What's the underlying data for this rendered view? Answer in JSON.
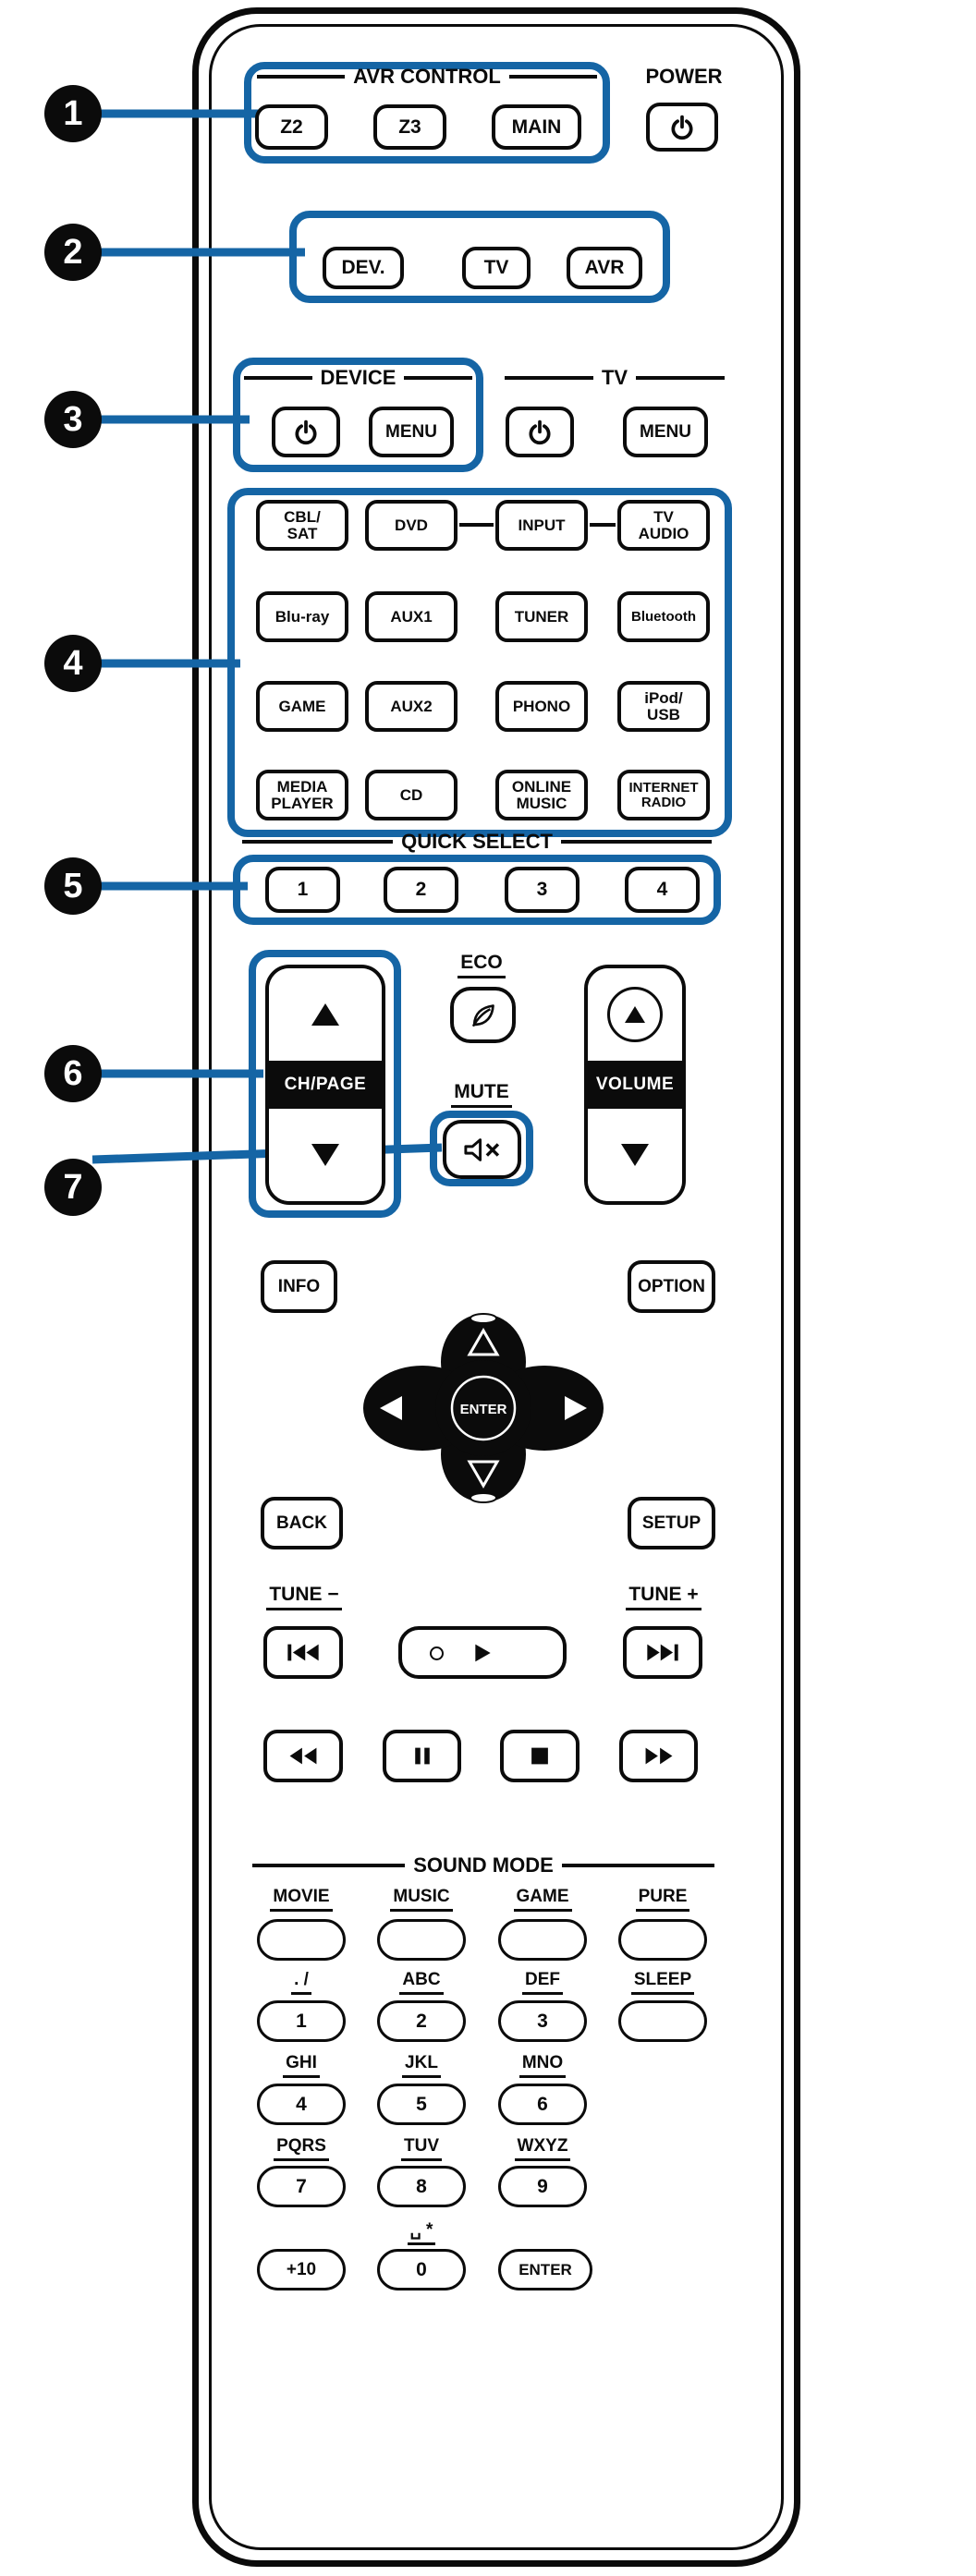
{
  "colors": {
    "accent": "#1565a5",
    "ink": "#0b0b0b"
  },
  "callouts": {
    "items": [
      "1",
      "2",
      "3",
      "4",
      "5",
      "6",
      "7"
    ]
  },
  "avr_control": {
    "title": "AVR CONTROL",
    "z2": "Z2",
    "z3": "Z3",
    "main": "MAIN"
  },
  "power": {
    "label": "POWER"
  },
  "mode_row": {
    "dev": "DEV.",
    "tv": "TV",
    "avr": "AVR"
  },
  "device": {
    "title": "DEVICE",
    "menu": "MENU"
  },
  "tv": {
    "title": "TV",
    "menu": "MENU"
  },
  "sources": {
    "items": [
      "CBL/\nSAT",
      "DVD",
      "INPUT",
      "TV\nAUDIO",
      "Blu-ray",
      "AUX1",
      "TUNER",
      "Bluetooth",
      "GAME",
      "AUX2",
      "PHONO",
      "iPod/\nUSB",
      "MEDIA\nPLAYER",
      "CD",
      "ONLINE\nMUSIC",
      "INTERNET\nRADIO"
    ]
  },
  "quick_select": {
    "title": "QUICK SELECT",
    "items": [
      "1",
      "2",
      "3",
      "4"
    ]
  },
  "volume_section": {
    "eco": "ECO",
    "ch_page": "CH/PAGE",
    "volume": "VOLUME",
    "mute": "MUTE"
  },
  "nav": {
    "info": "INFO",
    "option": "OPTION",
    "enter": "ENTER",
    "back": "BACK",
    "setup": "SETUP"
  },
  "tune": {
    "minus": "TUNE −",
    "plus": "TUNE +"
  },
  "sound_mode": {
    "title": "SOUND MODE",
    "movie": "MOVIE",
    "music": "MUSIC",
    "game": "GAME",
    "pure": "PURE"
  },
  "keypad": {
    "sleep": "SLEEP",
    "letters": {
      "d1": ". /",
      "d2": "ABC",
      "d3": "DEF",
      "d4": "GHI",
      "d5": "JKL",
      "d6": "MNO",
      "d7": "PQRS",
      "d8": "TUV",
      "d9": "WXYZ",
      "d0": "␣ *"
    },
    "digits": [
      "1",
      "2",
      "3",
      "4",
      "5",
      "6",
      "7",
      "8",
      "9",
      "0"
    ],
    "plus10": "+10",
    "enter": "ENTER"
  },
  "icons": {
    "power": "power-icon",
    "eco": "leaf-icon",
    "mute": "mute-speaker-icon",
    "up": "triangle-up-icon",
    "down": "triangle-down-icon",
    "skip_back": "skip-back-icon",
    "play": "play-icon",
    "skip_forward": "skip-forward-icon",
    "rewind": "rewind-icon",
    "pause": "pause-icon",
    "stop": "stop-icon",
    "fast_forward": "fast-forward-icon"
  }
}
